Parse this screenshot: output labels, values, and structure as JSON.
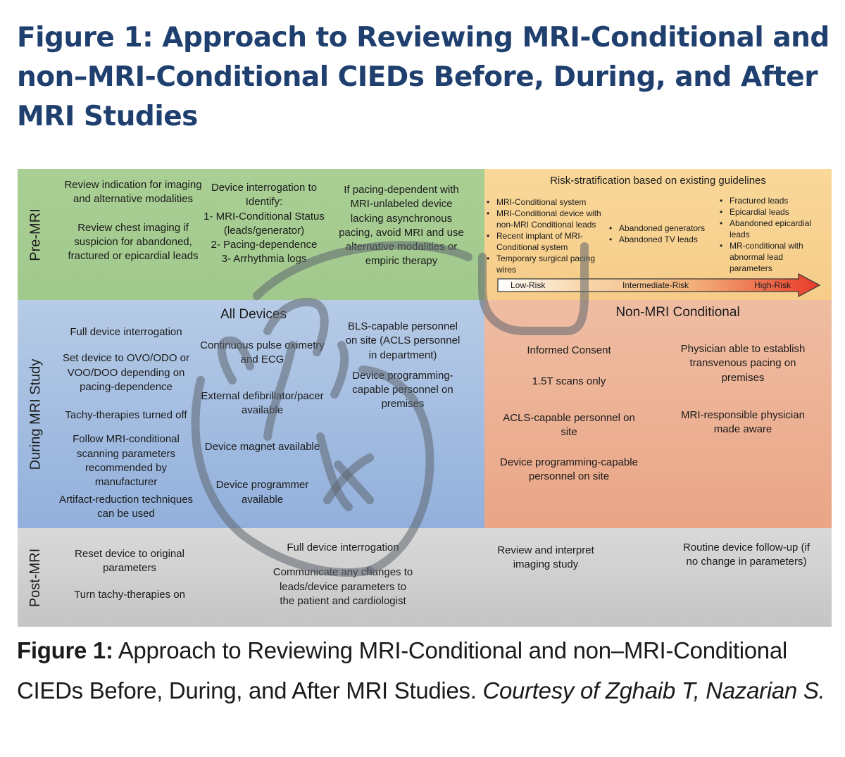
{
  "figure": {
    "title": "Figure 1: Approach to Reviewing MRI-Conditional and non–MRI-Conditional CIEDs Before, During, and After MRI Studies",
    "caption_label": "Figure 1:",
    "caption_text": " Approach to Reviewing MRI-Conditional and non–MRI-Conditional CIEDs Before, During, and After MRI Studies. ",
    "caption_credit": "Courtesy of Zghaib T, Nazarian S."
  },
  "colors": {
    "title": "#1f3f6e",
    "pre_mri": "#a6cc90",
    "risk_panel": "#f8d292",
    "during_all": "#a6bfe2",
    "during_non_conditional": "#ecb094",
    "post_mri": "#cfcfcf",
    "high_risk": "#e8392b"
  },
  "rows": {
    "pre": "Pre-MRI",
    "during": "During MRI Study",
    "post": "Post-MRI"
  },
  "pre_mri": {
    "col1": [
      "Review indication for imaging and alternative modalities",
      "Review chest imaging if suspicion for abandoned, fractured or epicardial leads"
    ],
    "col2": [
      "Device interrogation to Identify:",
      "1- MRI-Conditional Status (leads/generator)",
      "2- Pacing-dependence",
      "3- Arrhythmia logs"
    ],
    "col3": "If pacing-dependent with MRI-unlabeled device lacking asynchronous pacing, avoid MRI and use alternative modalities or empiric therapy",
    "risk": {
      "heading": "Risk-stratification based on existing guidelines",
      "low": [
        "MRI-Conditional system",
        "MRI-Conditional device with non-MRI Conditional leads",
        "Recent implant of MRI-Conditional system",
        "Temporary surgical pacing wires"
      ],
      "intermediate": [
        "Abandoned generators",
        "Abandoned TV leads"
      ],
      "high": [
        "Fractured leads",
        "Epicardial leads",
        "Abandoned epicardial leads",
        "MR-conditional with abnormal lead parameters"
      ],
      "scale": [
        "Low-Risk",
        "Intermediate-Risk",
        "High-Risk"
      ]
    }
  },
  "during": {
    "all_devices_heading": "All Devices",
    "col1": [
      "Full device interrogation",
      "Set device to OVO/ODO or VOO/DOO depending on pacing-dependence",
      "Tachy-therapies turned off",
      "Follow MRI-conditional scanning parameters recommended by manufacturer",
      "Artifact-reduction techniques can be used"
    ],
    "col2": [
      "Continuous pulse oximetry and ECG",
      "External defibrillator/pacer available",
      "Device magnet available",
      "Device programmer available"
    ],
    "col3": [
      "BLS-capable personnel on site (ACLS personnel in department)",
      "Device programming-capable personnel on premises"
    ],
    "non_mri_heading": "Non-MRI Conditional",
    "non_col1": [
      "Informed Consent",
      "1.5T scans only",
      "ACLS-capable personnel on site",
      "Device programming-capable personnel on site"
    ],
    "non_col2": [
      "Physician able to establish transvenous pacing on premises",
      "MRI-responsible physician made aware"
    ]
  },
  "post_mri": {
    "col1": [
      "Reset device to original parameters",
      "Turn tachy-therapies on"
    ],
    "col2": [
      "Full device interrogation",
      "Communicate any changes to leads/device parameters to the patient and cardiologist"
    ],
    "col3": "Review and interpret imaging study",
    "col4": "Routine device follow-up (if no change in parameters)"
  }
}
